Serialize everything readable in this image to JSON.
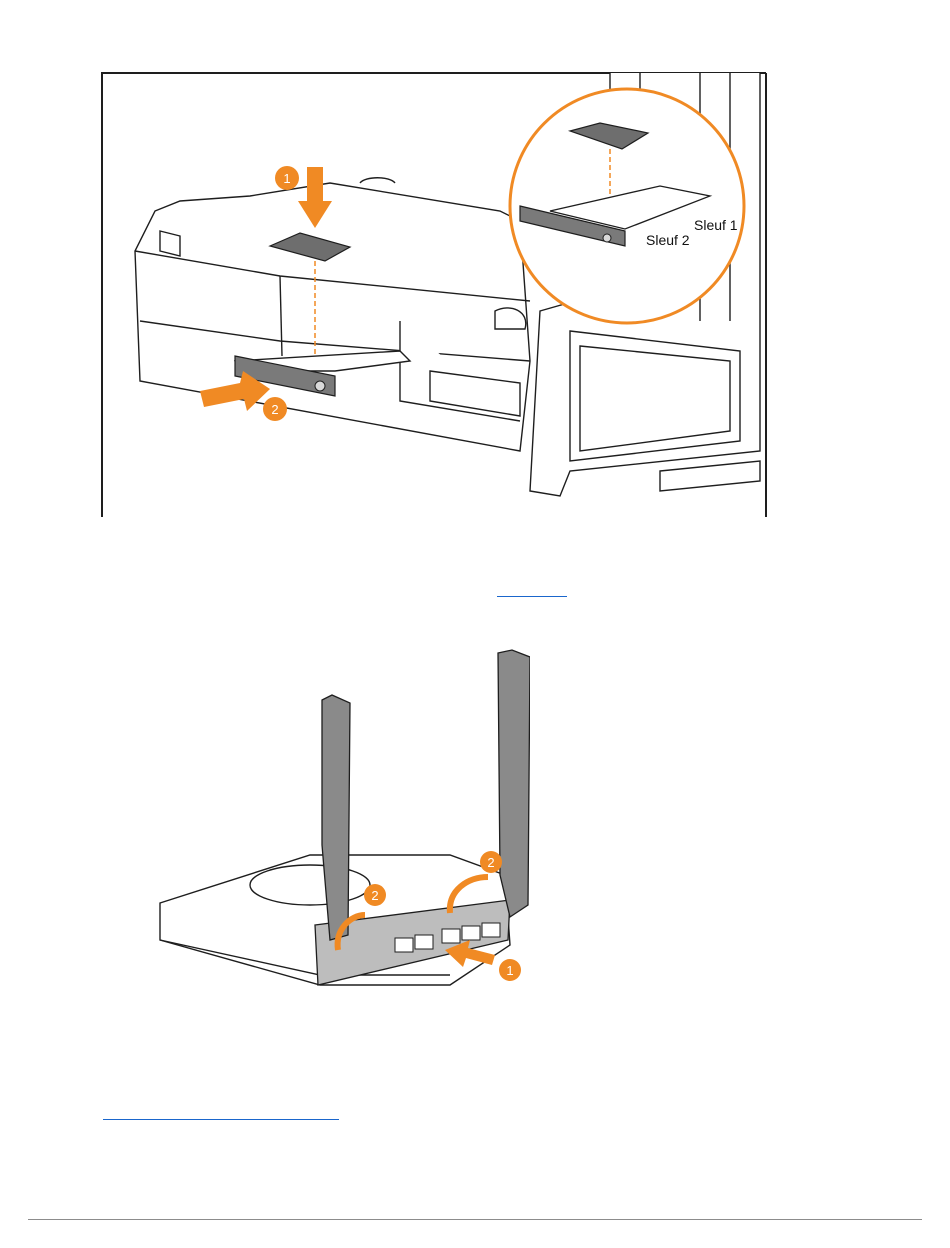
{
  "figure1": {
    "callouts": [
      "1",
      "2"
    ],
    "labels": {
      "slot1": "Sleuf 1",
      "slot2": "Sleuf 2"
    }
  },
  "figure2": {
    "callouts": [
      "2",
      "2",
      "1"
    ]
  },
  "colors": {
    "accent": "#f08a24",
    "outline": "#1e1e1e",
    "link": "#1a66cc"
  }
}
